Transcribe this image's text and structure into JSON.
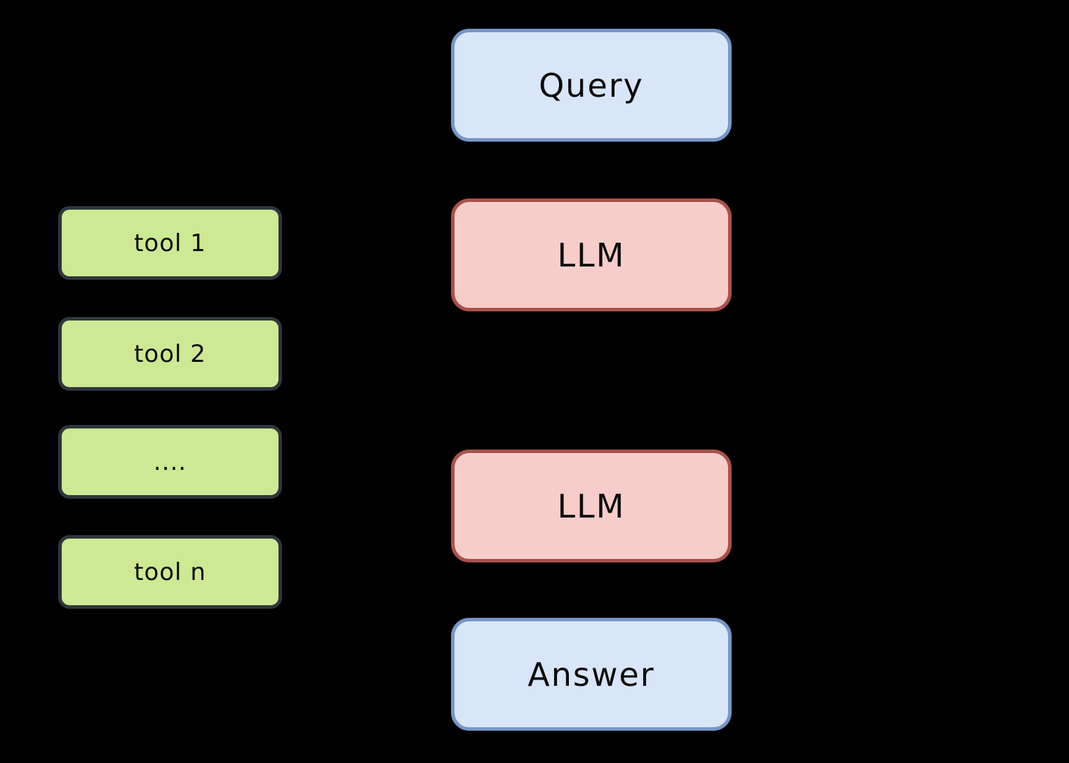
{
  "diagram": {
    "background": "#000000",
    "colors": {
      "tool_fill": "#cde993",
      "tool_border": "#2f363d",
      "io_fill": "#d9e6f8",
      "io_border": "#7796c6",
      "llm_fill": "#f6cdca",
      "llm_border": "#a8514b",
      "text": "#0b0b0b"
    },
    "tools": {
      "items": [
        {
          "label": "tool 1"
        },
        {
          "label": "tool 2"
        },
        {
          "label": "...."
        },
        {
          "label": "tool n"
        }
      ]
    },
    "flow": {
      "nodes": [
        {
          "label": "Query",
          "kind": "io"
        },
        {
          "label": "LLM",
          "kind": "llm"
        },
        {
          "label": "LLM",
          "kind": "llm"
        },
        {
          "label": "Answer",
          "kind": "io"
        }
      ]
    }
  }
}
